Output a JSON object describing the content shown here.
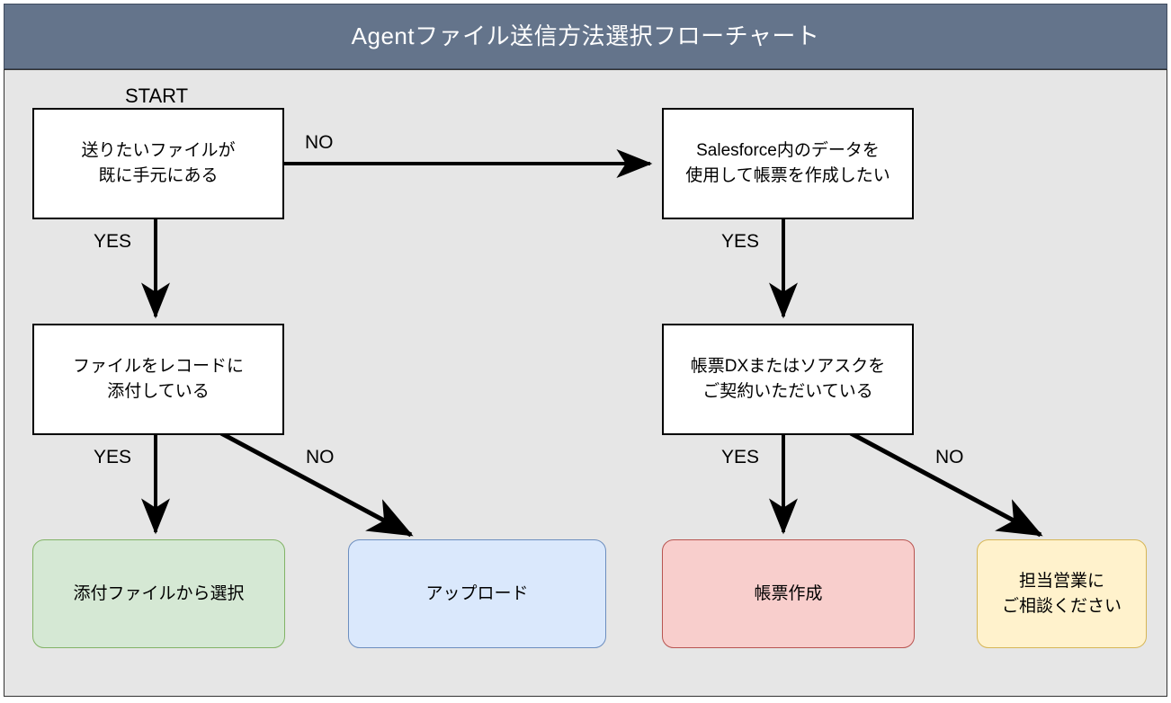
{
  "header": {
    "title": "Agentファイル送信方法選択フローチャート",
    "background_color": "#64748b",
    "text_color": "#ffffff"
  },
  "canvas": {
    "background_color": "#e6e6e6",
    "border_color": "#333333"
  },
  "flowchart": {
    "start_label": "START",
    "nodes": [
      {
        "id": "q1",
        "type": "decision",
        "text": "送りたいファイルが\n既に手元にある",
        "fill": "#ffffff",
        "stroke": "#000000"
      },
      {
        "id": "q2",
        "type": "decision",
        "text": "Salesforce内のデータを\n使用して帳票を作成したい",
        "fill": "#ffffff",
        "stroke": "#000000"
      },
      {
        "id": "q3",
        "type": "decision",
        "text": "ファイルをレコードに\n添付している",
        "fill": "#ffffff",
        "stroke": "#000000"
      },
      {
        "id": "q4",
        "type": "decision",
        "text": "帳票DXまたはソアスクを\nご契約いただいている",
        "fill": "#ffffff",
        "stroke": "#000000"
      },
      {
        "id": "r1",
        "type": "terminal",
        "text": "添付ファイルから選択",
        "fill": "#d5e8d4",
        "stroke": "#82b366"
      },
      {
        "id": "r2",
        "type": "terminal",
        "text": "アップロード",
        "fill": "#dae8fc",
        "stroke": "#6c8ebf"
      },
      {
        "id": "r3",
        "type": "terminal",
        "text": "帳票作成",
        "fill": "#f8cecc",
        "stroke": "#b85450"
      },
      {
        "id": "r4",
        "type": "terminal",
        "text": "担当営業に\nご相談ください",
        "fill": "#fff2cc",
        "stroke": "#d6b656"
      }
    ],
    "edges": [
      {
        "id": "e1",
        "from": "q1",
        "to": "q2",
        "label": "NO"
      },
      {
        "id": "e2",
        "from": "q1",
        "to": "q3",
        "label": "YES"
      },
      {
        "id": "e3",
        "from": "q2",
        "to": "q4",
        "label": "YES"
      },
      {
        "id": "e4",
        "from": "q3",
        "to": "r1",
        "label": "YES"
      },
      {
        "id": "e5",
        "from": "q3",
        "to": "r2",
        "label": "NO"
      },
      {
        "id": "e6",
        "from": "q4",
        "to": "r3",
        "label": "YES"
      },
      {
        "id": "e7",
        "from": "q4",
        "to": "r4",
        "label": "NO"
      }
    ]
  }
}
